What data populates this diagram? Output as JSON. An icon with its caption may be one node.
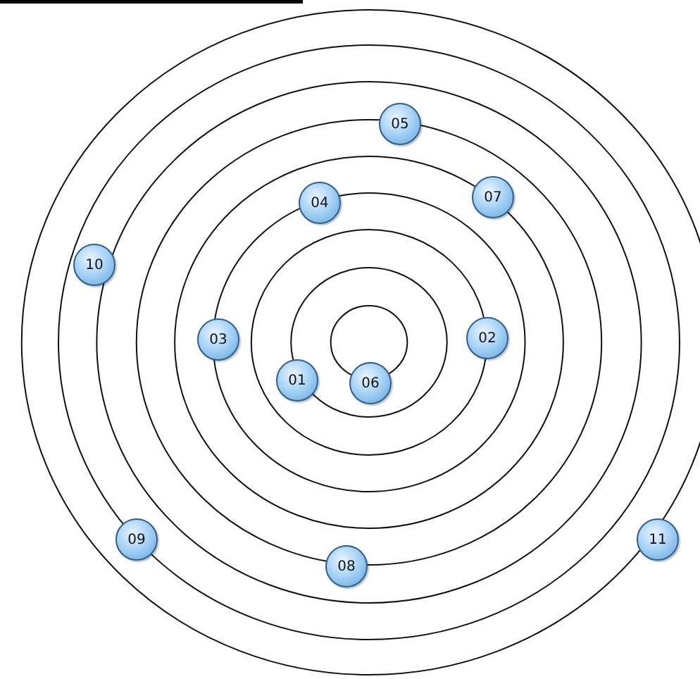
{
  "diagram": {
    "nodes": [
      {
        "text": [
          "05"
        ]
      },
      {
        "text": [
          "04"
        ]
      },
      {
        "text": [
          "07"
        ]
      },
      {
        "text": [
          "10"
        ]
      },
      {
        "text": [
          "03"
        ]
      },
      {
        "text": [
          "02"
        ]
      },
      {
        "text": [
          "01"
        ]
      },
      {
        "text": [
          "06"
        ]
      },
      {
        "text": [
          "11"
        ]
      },
      {
        "text": [
          "09"
        ]
      },
      {
        "text": [
          "08"
        ]
      }
    ]
  }
}
